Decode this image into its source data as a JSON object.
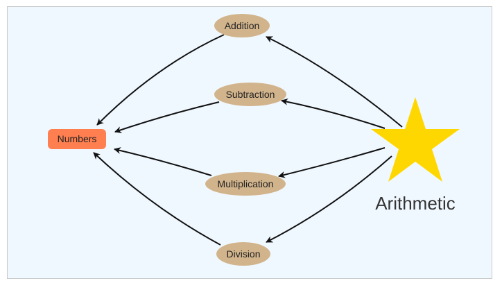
{
  "colors": {
    "background": "#f0f8ff",
    "border": "#c8c8c8",
    "target_node": "#ff7f50",
    "operation_node": "#d2b48c",
    "root_star": "#ffd700",
    "edge": "#111111"
  },
  "diagram": {
    "root": {
      "label": "Arithmetic",
      "shape": "star-icon"
    },
    "target": {
      "label": "Numbers",
      "shape": "rounded-rectangle"
    },
    "operations": [
      {
        "label": "Addition"
      },
      {
        "label": "Subtraction"
      },
      {
        "label": "Multiplication"
      },
      {
        "label": "Division"
      }
    ],
    "edges": [
      {
        "from": "Arithmetic",
        "to": "Addition"
      },
      {
        "from": "Arithmetic",
        "to": "Subtraction"
      },
      {
        "from": "Arithmetic",
        "to": "Multiplication"
      },
      {
        "from": "Arithmetic",
        "to": "Division"
      },
      {
        "from": "Addition",
        "to": "Numbers"
      },
      {
        "from": "Subtraction",
        "to": "Numbers"
      },
      {
        "from": "Multiplication",
        "to": "Numbers"
      },
      {
        "from": "Division",
        "to": "Numbers"
      }
    ]
  }
}
